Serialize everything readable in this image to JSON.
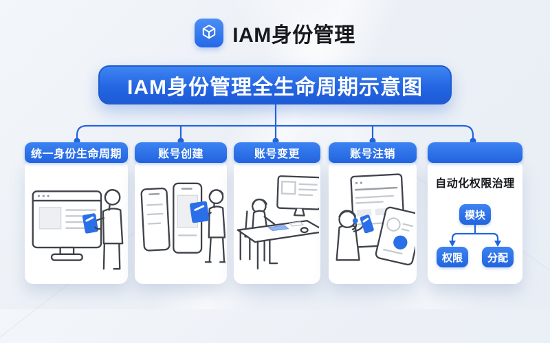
{
  "logo": {
    "icon": "cube-icon",
    "title": "IAM身份管理"
  },
  "banner": {
    "title": "IAM身份管理全生命周期示意图"
  },
  "columns": [
    {
      "label": "统一身份生命周期",
      "illustration": "person-presenting-monitor"
    },
    {
      "label": "账号创建",
      "illustration": "person-tapping-kiosk-panels"
    },
    {
      "label": "账号变更",
      "illustration": "person-working-at-desk"
    },
    {
      "label": "账号注销",
      "illustration": "person-with-headset-phone-tablet"
    },
    {
      "label": "",
      "title": "自动化权限治理",
      "flow": {
        "root": "模块",
        "children": [
          "权限",
          "分配"
        ]
      }
    }
  ],
  "colors": {
    "accent_blue": "#2b6fe8",
    "banner_top": "#3e85f2",
    "banner_bottom": "#1d5ad6",
    "connector_line": "#2264de",
    "background": "#edf1f6",
    "ink": "#16181c"
  }
}
